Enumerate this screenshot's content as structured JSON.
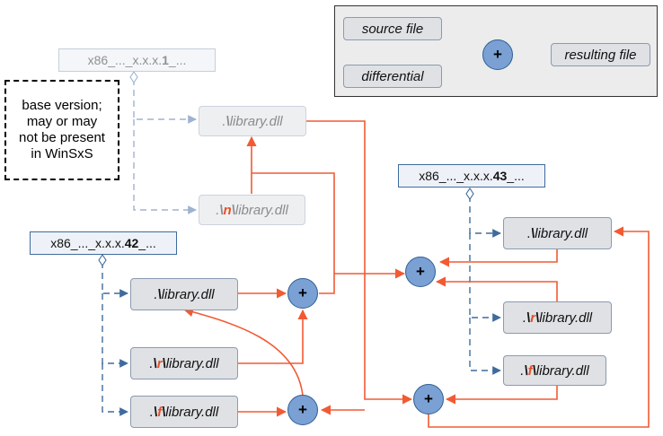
{
  "legend": {
    "source_label": "source file",
    "differential_label": "differential",
    "operator_symbol": "+",
    "result_label": "resulting file"
  },
  "note": {
    "text_lines": [
      "base version;",
      "may or may",
      "not be present",
      "in WinSxS"
    ]
  },
  "versions": {
    "v1": {
      "prefix": "x86_..._x.x.x.",
      "number": "1",
      "suffix": "_..."
    },
    "v42": {
      "prefix": "x86_..._x.x.x.",
      "number": "42",
      "suffix": "_..."
    },
    "v43": {
      "prefix": "x86_..._x.x.x.",
      "number": "43",
      "suffix": "_..."
    }
  },
  "files": {
    "plain": {
      "dot": ".",
      "slash": "\\",
      "name": "library.dll"
    },
    "n_delta": {
      "dot": ".",
      "slash_a": "\\",
      "flag": "n",
      "slash_b": "\\",
      "name": "library.dll"
    },
    "r_delta": {
      "dot": ".",
      "slash_a": "\\",
      "flag": "r",
      "slash_b": "\\",
      "name": "library.dll"
    },
    "f_delta": {
      "dot": ".",
      "slash_a": "\\",
      "flag": "f",
      "slash_b": "\\",
      "name": "library.dll"
    }
  },
  "operator": "+",
  "colors": {
    "flow_arrow": "#f25a33",
    "link_dashed": "#3f6b9c",
    "link_dashed_faded": "#8fa7c7",
    "operator_fill": "#7aa0d4",
    "flag_text": "#e8502a"
  }
}
